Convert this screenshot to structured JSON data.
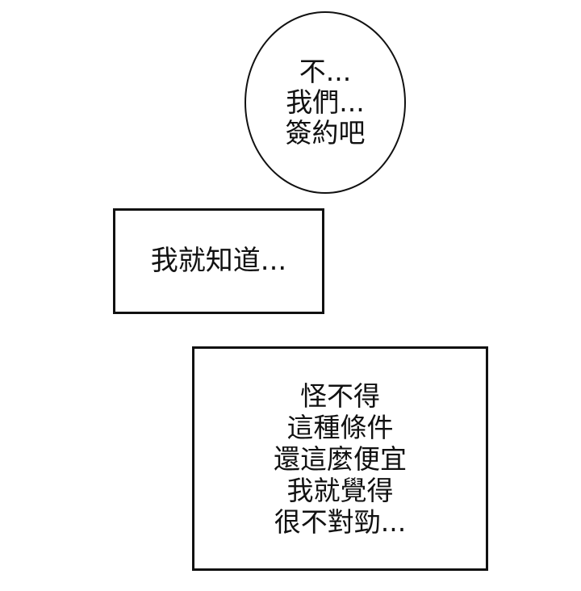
{
  "panel": {
    "background": "#ffffff",
    "stroke_color": "#111111"
  },
  "speech_bubble": {
    "shape": "ellipse",
    "lines": [
      "不...",
      "我們...",
      "簽約吧"
    ]
  },
  "narration_box_1": {
    "shape": "rectangle",
    "lines": [
      "我就知道..."
    ]
  },
  "narration_box_2": {
    "shape": "rectangle",
    "lines": [
      "怪不得",
      "這種條件",
      "還這麼便宜",
      "我就覺得",
      "很不對勁..."
    ]
  }
}
